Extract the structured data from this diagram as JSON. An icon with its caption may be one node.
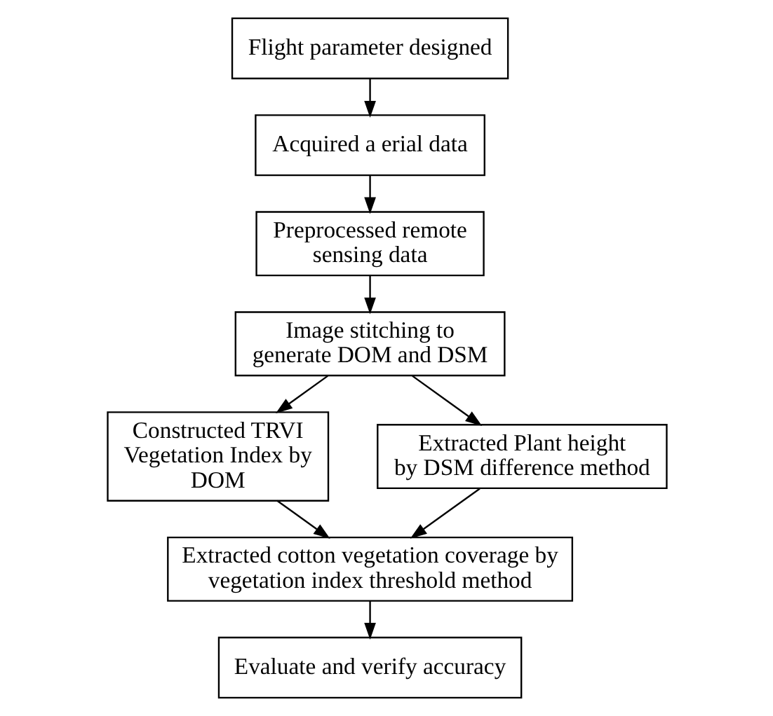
{
  "diagram": {
    "nodes": [
      {
        "text": [
          "Flight parameter designed"
        ]
      },
      {
        "text": [
          "Acquired a erial data"
        ]
      },
      {
        "text": [
          "Preprocessed remote sensing data"
        ]
      },
      {
        "text": [
          "Image stitching to generate DOM and DSM"
        ]
      },
      {
        "text": [
          "Constructed TRVI Vegetation Index by DOM"
        ]
      },
      {
        "text": [
          "Extracted Plant height by DSM difference method"
        ]
      },
      {
        "text": [
          "Extracted cotton vegetation coverage by vegetation index threshold method"
        ]
      },
      {
        "text": [
          "Evaluate and verify accuracy"
        ]
      }
    ],
    "edges": [
      {
        "from": 0,
        "to": 1,
        "arrow": "to"
      },
      {
        "from": 1,
        "to": 2,
        "arrow": "to"
      },
      {
        "from": 2,
        "to": 3,
        "arrow": "to"
      },
      {
        "from": 3,
        "to": 4,
        "arrow": "to"
      },
      {
        "from": 3,
        "to": 5,
        "arrow": "to"
      },
      {
        "from": 4,
        "to": 6,
        "arrow": "to"
      },
      {
        "from": 5,
        "to": 6,
        "arrow": "to"
      },
      {
        "from": 6,
        "to": 7,
        "arrow": "to"
      }
    ]
  }
}
